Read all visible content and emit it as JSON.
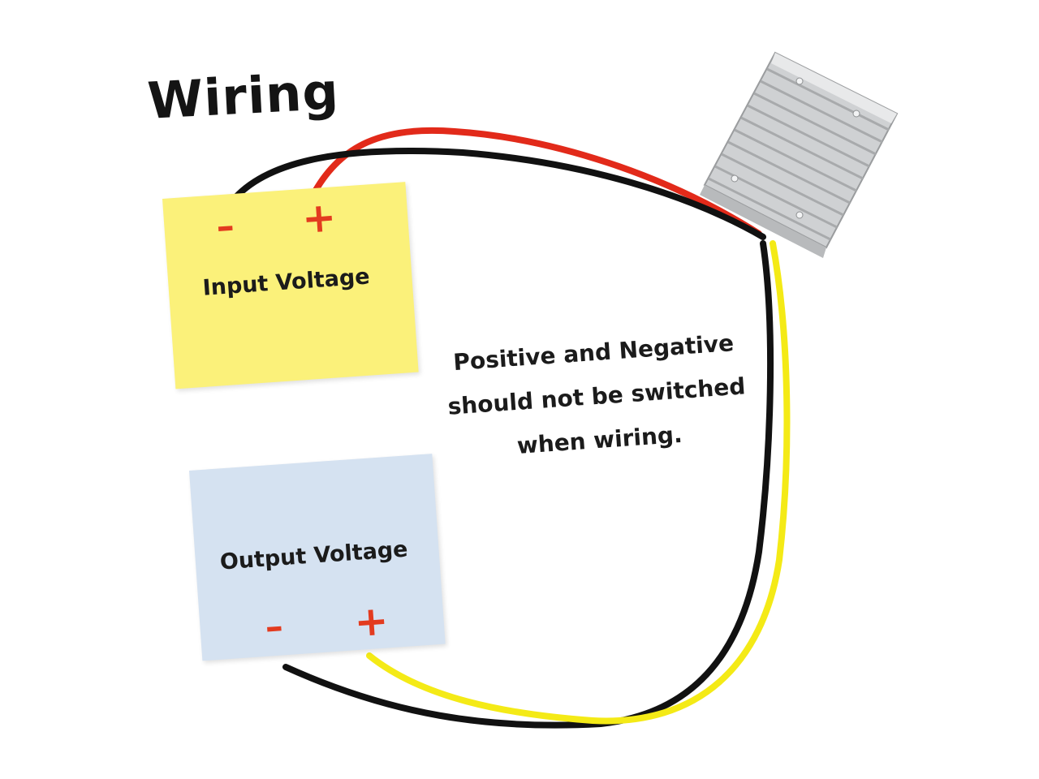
{
  "title": "Wiring",
  "input_box": {
    "label": "Input Voltage",
    "minus": "–",
    "plus": "+"
  },
  "output_box": {
    "label": "Output Voltage",
    "minus": "–",
    "plus": "+"
  },
  "note": "Positive and Negative should not be switched when wiring.",
  "colors": {
    "red_wire": "#e22a1a",
    "black_wire": "#111111",
    "yellow_wire": "#f4ea16",
    "input_note": "#fbf17a",
    "output_note": "#d5e2f1",
    "sign": "#e33b1f"
  },
  "icons": {
    "module": "converter-module-icon"
  }
}
